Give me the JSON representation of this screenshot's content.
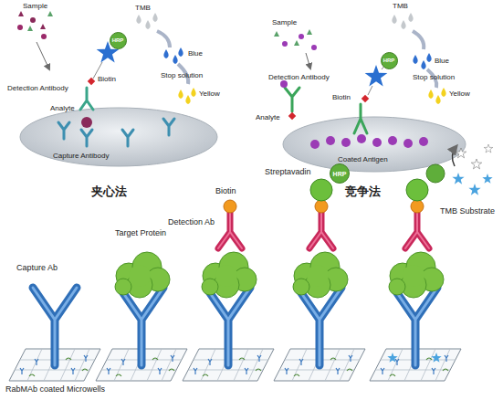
{
  "diagram": {
    "nodes": [
      {
        "text": [
          "HRP"
        ]
      },
      {
        "text": [
          "HRP"
        ]
      },
      {
        "text": [
          "HRP"
        ]
      }
    ],
    "labels": [
      "Sample",
      "TMB",
      "Blue",
      "Stop solution",
      "Yellow",
      "Biotin",
      "Detection Antibody",
      "Analyte",
      "Capture Antibody",
      "Sample",
      "TMB",
      "Blue",
      "Stop solution",
      "Yellow",
      "Detection Antibody",
      "Biotin",
      "Analyte",
      "Coated Antigen",
      "夹心法",
      "竞争法",
      "Capture Ab",
      "Target Protein",
      "Biotin",
      "Detection Ab",
      "Streptavadin",
      "TMB Substrate",
      "RabMAb coated Microwells"
    ]
  }
}
